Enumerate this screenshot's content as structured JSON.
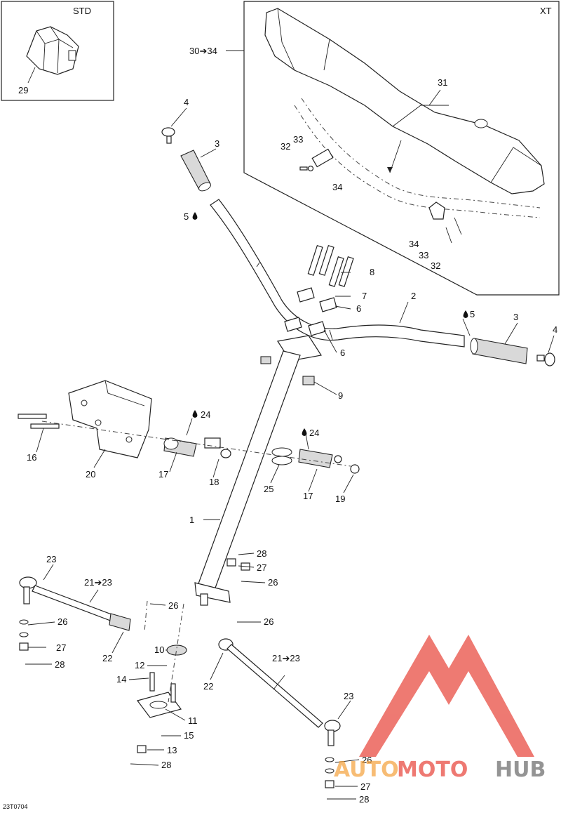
{
  "diagram_code": "23T0704",
  "boxes": {
    "std": {
      "title": "STD"
    },
    "xt": {
      "title": "XT"
    }
  },
  "labels": {
    "l29": "29",
    "l30_34": "30➔34",
    "l31": "31",
    "l32a": "32",
    "l33a": "33",
    "l34a": "34",
    "l34b": "34",
    "l33b": "33",
    "l32b": "32",
    "l4a": "4",
    "l3a": "3",
    "l5a": "5",
    "l8": "8",
    "l7": "7",
    "l6a": "6",
    "l6b": "6",
    "l2": "2",
    "l5b": "5",
    "l3b": "3",
    "l4b": "4",
    "l9": "9",
    "l24a": "24",
    "l24b": "24",
    "l16": "16",
    "l20": "20",
    "l17a": "17",
    "l18": "18",
    "l25": "25",
    "l17b": "17",
    "l19": "19",
    "l1": "1",
    "l28a": "28",
    "l27a": "27",
    "l26a": "26",
    "l23a": "23",
    "l21_23a": "21➔23",
    "l26b": "26",
    "l26c": "26",
    "l26d": "26",
    "l27b": "27",
    "l28b": "28",
    "l22a": "22",
    "l10": "10",
    "l12": "12",
    "l14": "14",
    "l11": "11",
    "l15": "15",
    "l13": "13",
    "l28c": "28",
    "l22b": "22",
    "l21_23b": "21➔23",
    "l23b": "23",
    "l26e": "26",
    "l27c": "27",
    "l28d": "28"
  },
  "watermark": {
    "part1": "AUTO",
    "part2": "MOTO",
    "part3": "HUB",
    "color_triangle": "#e8463c",
    "color_auto": "#f4a340",
    "color_moto": "#e8463c",
    "color_hub": "#6b6b6b"
  }
}
